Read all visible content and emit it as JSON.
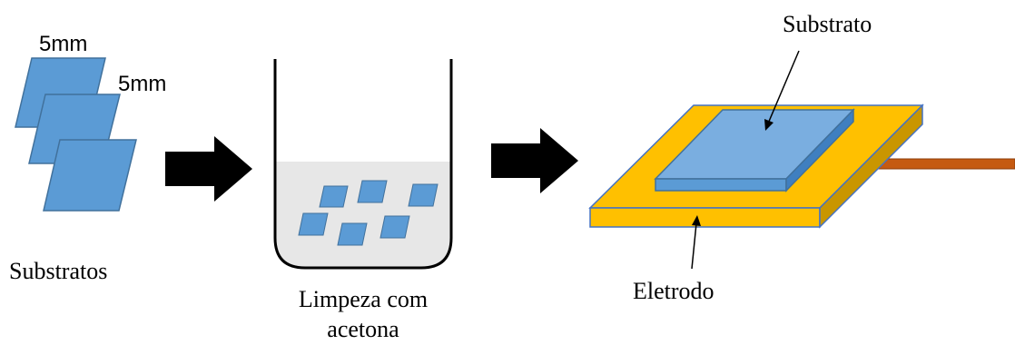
{
  "labels": {
    "dim_top": "5mm",
    "dim_side": "5mm",
    "substrates_caption": "Substratos",
    "cleaning_line1": "Limpeza com",
    "cleaning_line2": "acetona",
    "substrate_label": "Substrato",
    "electrode_label": "Eletrodo"
  },
  "colors": {
    "substrate_fill": "#5b9bd5",
    "substrate_stroke": "#41719c",
    "substrate_top": "#7aaee0",
    "beaker_liquid": "#e7e7e7",
    "electrode_top": "#ffc000",
    "electrode_front": "#ffc000",
    "electrode_side": "#c99600",
    "electrode_stroke": "#4472c4",
    "wire": "#c55a11",
    "arrow": "#000000"
  },
  "icons": [
    "right-arrow-icon",
    "right-arrow-icon"
  ]
}
